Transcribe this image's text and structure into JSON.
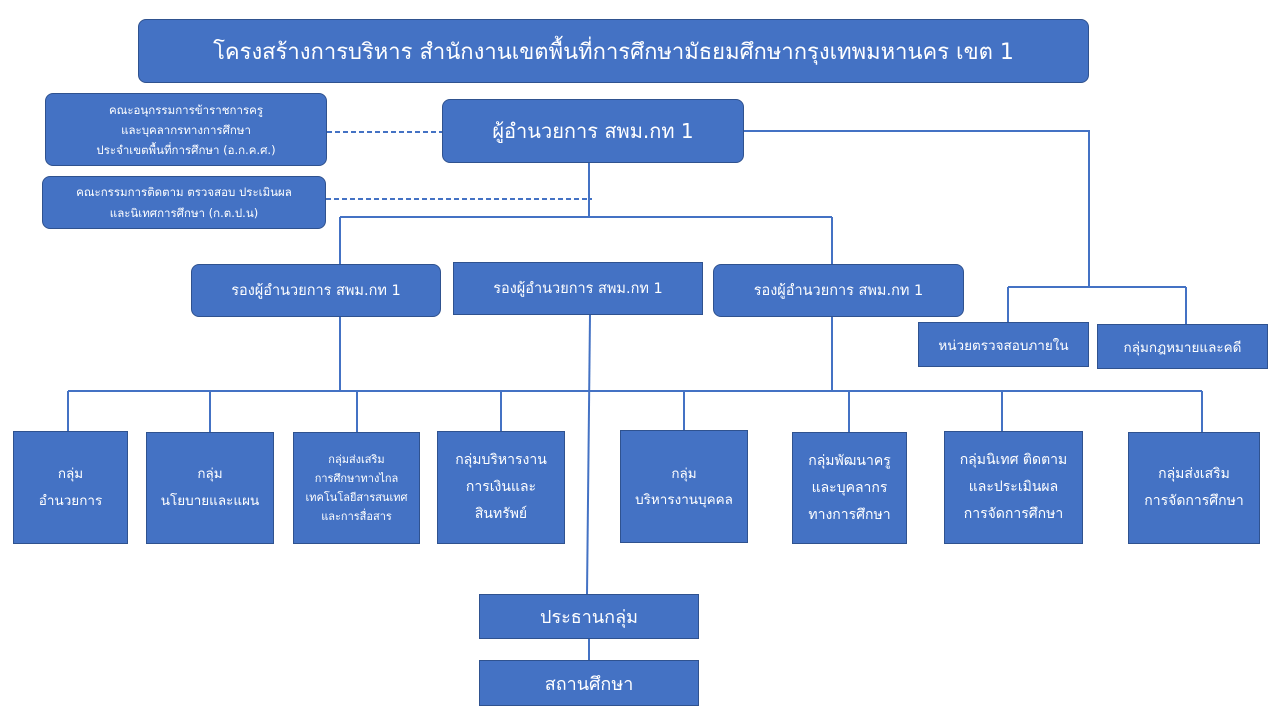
{
  "title": "โครงสร้างการบริหาร  สำนักงานเขตพื้นที่การศึกษามัธยมศึกษากรุงเทพมหานคร  เขต 1",
  "director": "ผู้อำนวยการ สพม.กท 1",
  "committees": [
    "คณะอนุกรรมการข้าราชการครู\nและบุคลากรทางการศึกษา\nประจำเขตพื้นที่การศึกษา  (อ.ก.ค.ศ.)",
    "คณะกรรมการติดตาม  ตรวจสอบ ประเมินผล\nและนิเทศการศึกษา  (ก.ต.ป.น)"
  ],
  "deputies": [
    "รองผู้อำนวยการ สพม.กท 1",
    "รองผู้อำนวยการ สพม.กท 1",
    "รองผู้อำนวยการ สพม.กท 1"
  ],
  "units": [
    "หน่วยตรวจสอบภายใน",
    "กลุ่มกฎหมายและคดี"
  ],
  "groups": [
    "กลุ่ม\nอำนวยการ",
    "กลุ่ม\nนโยบายและแผน",
    "กลุ่มส่งเสริม\nการศึกษาทางไกล\nเทคโนโลยีสารสนเทศ\nและการสื่อสาร",
    "กลุ่มบริหารงาน\nการเงินและ\nสินทรัพย์",
    "กลุ่ม\nบริหารงานบุคคล",
    "กลุ่มพัฒนาครู\nและบุคลากร\nทางการศึกษา",
    "กลุ่มนิเทศ ติดตาม\nและประเมินผล\nการจัดการศึกษา",
    "กลุ่มส่งเสริม\nการจัดการศึกษา"
  ],
  "head_of_group": "ประธานกลุ่ม",
  "school": "สถานศึกษา",
  "colors": {
    "box_fill": "#4472C4",
    "box_border": "#2F528F",
    "line": "#4472C4",
    "text": "#FFFFFF"
  }
}
